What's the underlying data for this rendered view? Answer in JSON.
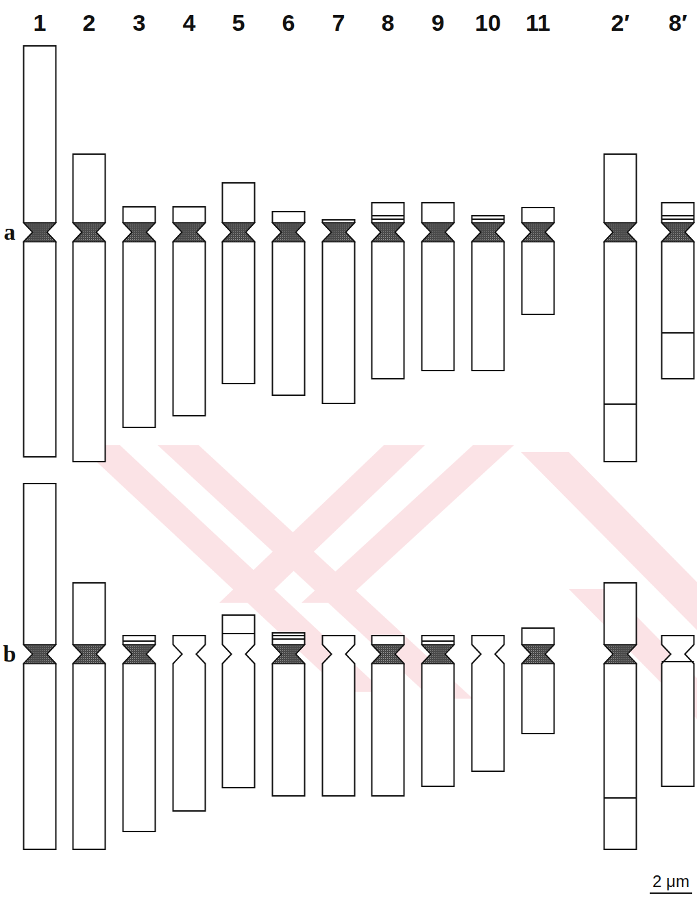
{
  "diagram": {
    "labels": [
      "1",
      "2",
      "3",
      "4",
      "5",
      "6",
      "7",
      "8",
      "9",
      "10",
      "11",
      "2′",
      "8′",
      "a",
      "b",
      "2 μm"
    ]
  }
}
